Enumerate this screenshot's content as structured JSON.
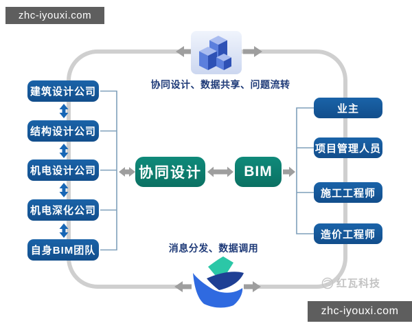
{
  "colors": {
    "node_blue": "#14589a",
    "node_teal": "#0d8375",
    "loop_gray": "#cfcfcf",
    "arrow_gray": "#9e9e9e",
    "vertical_arrow_blue": "#1766b5",
    "bracket_line": "#7f9fba",
    "caption_navy": "#1e3a78",
    "watermark_bg": "#5e5e5e",
    "vendor_gray": "#c3c3c3",
    "cube_blue": "#3b5fc8",
    "bird_teal": "#2bc7a7",
    "bird_navy": "#1e3f94",
    "bird_blue": "#2f6ae0"
  },
  "watermark_top": {
    "text": "zhc-iyouxi.com"
  },
  "watermark_bottom": {
    "text": "zhc-iyouxi.com"
  },
  "left_column": {
    "items": [
      {
        "label": "建筑设计公司"
      },
      {
        "label": "结构设计公司"
      },
      {
        "label": "机电设计公司"
      },
      {
        "label": "机电深化公司"
      },
      {
        "label": "自身BIM团队"
      }
    ]
  },
  "right_column": {
    "items": [
      {
        "label": "业主"
      },
      {
        "label": "项目管理人员"
      },
      {
        "label": "施工工程师"
      },
      {
        "label": "造价工程师"
      }
    ]
  },
  "center": {
    "collaboration_label": "协同设计",
    "bim_label": "BIM"
  },
  "top_flow": {
    "caption": "协同设计、数据共享、问题流转",
    "icon": "cubes-3d-icon"
  },
  "bottom_flow": {
    "caption": "消息分发、数据调用",
    "icon": "bird-swoosh-icon"
  },
  "vendor": {
    "name": "红瓦科技",
    "icon": "hongwa-logo-icon"
  }
}
